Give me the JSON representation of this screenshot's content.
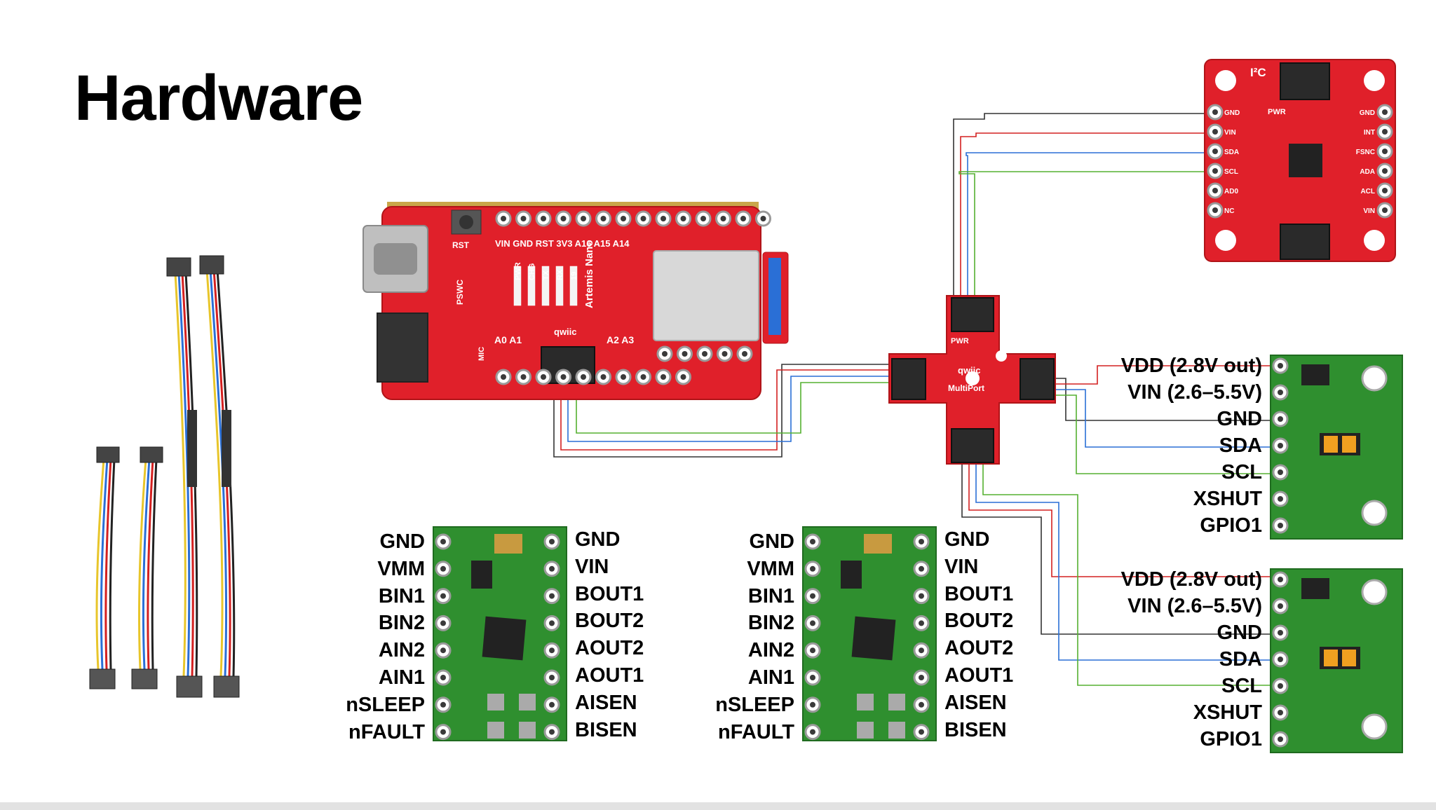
{
  "slide": {
    "title": "Hardware"
  },
  "artemis_board": {
    "silkscreen": {
      "rst": "RST",
      "pswc": "PSWC",
      "mic": "MIC",
      "top_pins": "VIN GND RST 3V3 A16 A15 A14",
      "leds": [
        "PWR",
        "CHG",
        "TX",
        "RX",
        "19"
      ],
      "name": "Artemis Nano",
      "qwiic": "qwiic",
      "bottom_left": "A0 A1",
      "bottom_right": "A2 A3"
    }
  },
  "imu_board": {
    "silkscreen": {
      "i2c": "I²C",
      "left_pins": [
        "GND",
        "VIN",
        "SDA",
        "SCL",
        "AD0",
        "NC"
      ],
      "right_pins": [
        "GND",
        "INT",
        "FSNC",
        "ADA",
        "ACL",
        "VIN"
      ],
      "pwr": "PWR"
    }
  },
  "multiport": {
    "silkscreen": {
      "pwr": "PWR",
      "qwiic": "qwiic",
      "name": "MultiPort"
    }
  },
  "tof_sensors": [
    {
      "pins": [
        "VDD (2.8V out)",
        "VIN (2.6–5.5V)",
        "GND",
        "SDA",
        "SCL",
        "XSHUT",
        "GPIO1"
      ]
    },
    {
      "pins": [
        "VDD (2.8V out)",
        "VIN (2.6–5.5V)",
        "GND",
        "SDA",
        "SCL",
        "XSHUT",
        "GPIO1"
      ]
    }
  ],
  "motor_drivers": [
    {
      "left_pins": [
        "GND",
        "VMM",
        "BIN1",
        "BIN2",
        "AIN2",
        "AIN1",
        "nSLEEP",
        "nFAULT"
      ],
      "right_pins": [
        "GND",
        "VIN",
        "BOUT1",
        "BOUT2",
        "AOUT2",
        "AOUT1",
        "AISEN",
        "BISEN"
      ]
    },
    {
      "left_pins": [
        "GND",
        "VMM",
        "BIN1",
        "BIN2",
        "AIN2",
        "AIN1",
        "nSLEEP",
        "nFAULT"
      ],
      "right_pins": [
        "GND",
        "VIN",
        "BOUT1",
        "BOUT2",
        "AOUT2",
        "AOUT1",
        "AISEN",
        "BISEN"
      ]
    }
  ],
  "colors": {
    "board_red": "#e0202a",
    "board_green": "#2f8f2f",
    "wire_black": "#333333",
    "wire_red": "#d42020",
    "wire_blue": "#2a6fd6",
    "wire_green": "#55b030",
    "wire_yellow": "#e8c52a"
  }
}
